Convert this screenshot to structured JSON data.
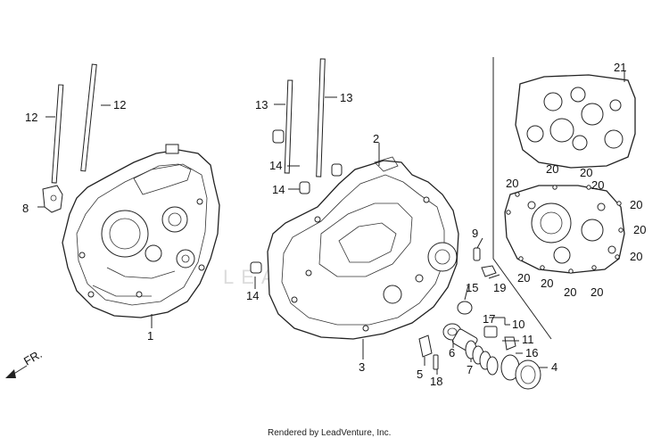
{
  "diagram": {
    "labels": {
      "l1": "1",
      "l2": "2",
      "l3": "3",
      "l4": "4",
      "l5": "5",
      "l6": "6",
      "l7": "7",
      "l8": "8",
      "l9": "9",
      "l10": "10",
      "l11": "11",
      "l12a": "12",
      "l12b": "12",
      "l13a": "13",
      "l13b": "13",
      "l14a": "14",
      "l14b": "14",
      "l14c": "14",
      "l15": "15",
      "l16": "16",
      "l17": "17",
      "l18": "18",
      "l19": "19",
      "l20a": "20",
      "l20b": "20",
      "l20c": "20",
      "l20d": "20",
      "l20e": "20",
      "l20f": "20",
      "l20g": "20",
      "l20h": "20",
      "l20i": "20",
      "l20j": "20",
      "l20k": "20",
      "l21": "21"
    },
    "front_marker": "FR.",
    "watermark": "LEADVENTURE",
    "credit": "Rendered by LeadVenture, Inc."
  }
}
